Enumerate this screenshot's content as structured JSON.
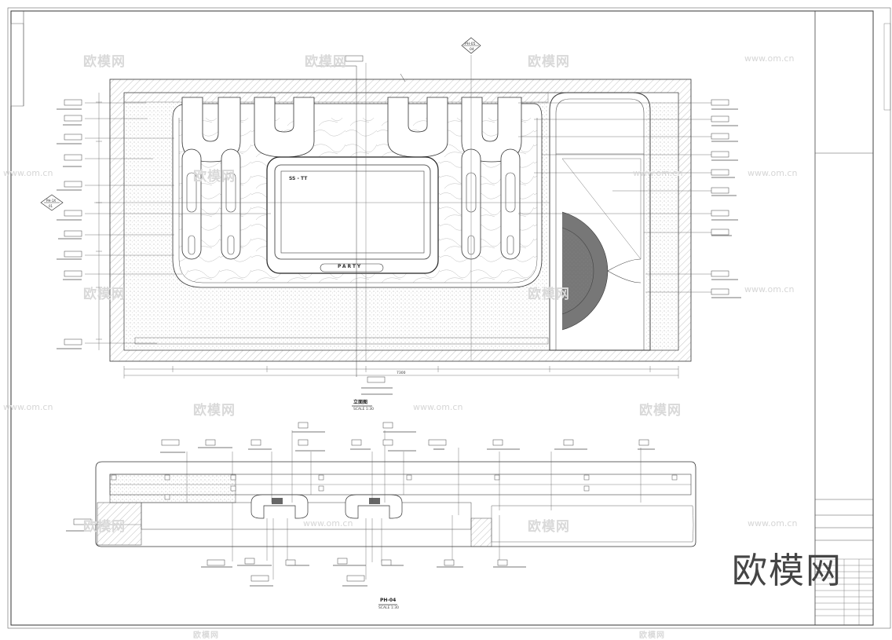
{
  "drawing": {
    "plan_caption": "立面图",
    "plan_scale": "SCALE 1:30",
    "section_caption": "PH-04",
    "section_scale": "SCALE 1:30",
    "screen_label": "SS - TT",
    "party_sign": "PARTY",
    "index_tag_top": "PH-05",
    "index_tag_top_sub": "04",
    "index_tag_left": "PH-1X",
    "index_tag_left_sub": "01",
    "overall_dim": "7300"
  },
  "watermarks": {
    "brand": "欧模网",
    "url": "www.om.cn",
    "big": "欧模网"
  }
}
